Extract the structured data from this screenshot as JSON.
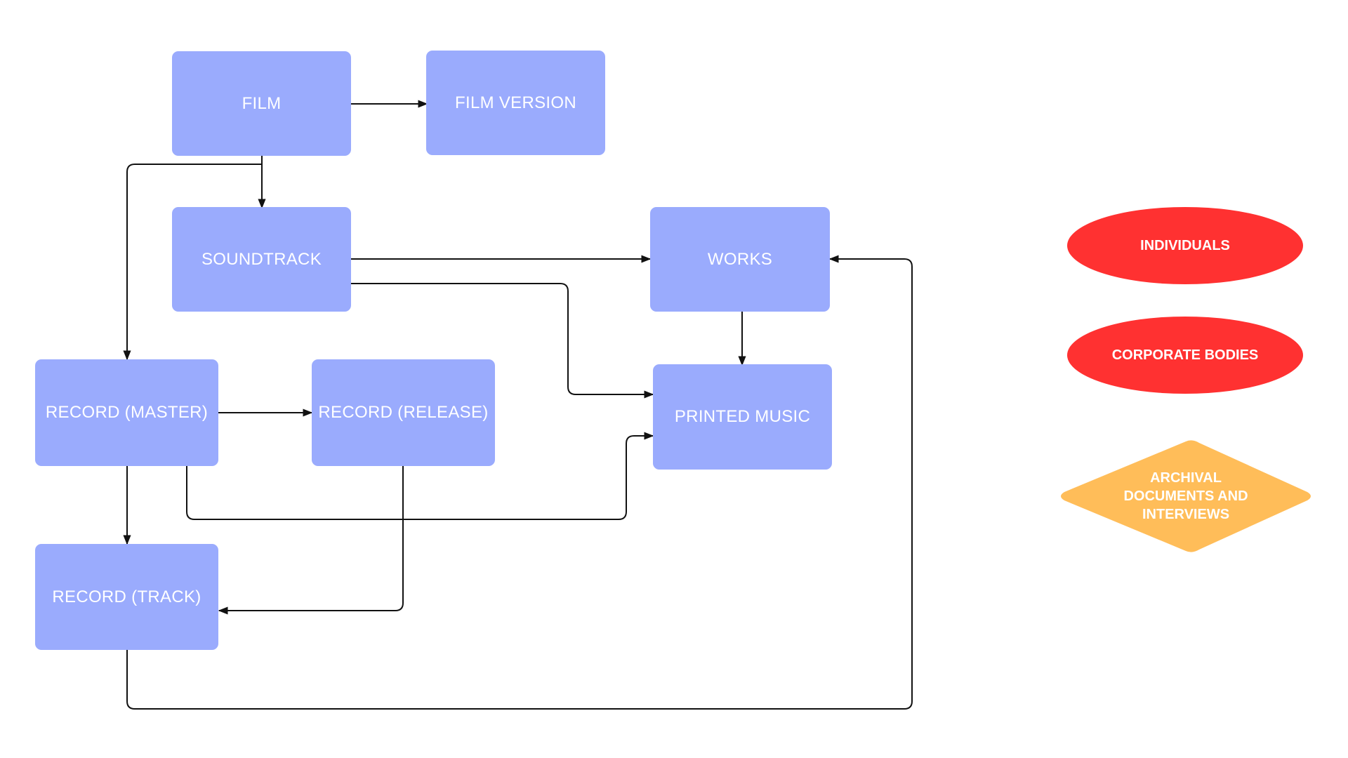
{
  "nodes": {
    "film": "FILM",
    "film_version": "FILM VERSION",
    "soundtrack": "SOUNDTRACK",
    "works": "WORKS",
    "record_master": "RECORD (MASTER)",
    "record_release": "RECORD (RELEASE)",
    "printed_music": "PRINTED MUSIC",
    "record_track": "RECORD (TRACK)"
  },
  "legend": {
    "individuals": "INDIVIDUALS",
    "corporate_bodies": "CORPORATE BODIES",
    "archival": "ARCHIVAL DOCUMENTS AND INTERVIEWS"
  },
  "colors": {
    "node_fill": "#9aabfd",
    "individuals_fill": "#ff3131",
    "corporate_bodies_fill": "#ff3131",
    "archival_fill": "#ffbd59",
    "edge_stroke": "#111111"
  },
  "edges": [
    {
      "from": "FILM",
      "to": "FILM VERSION"
    },
    {
      "from": "FILM",
      "to": "SOUNDTRACK"
    },
    {
      "from": "FILM",
      "to": "RECORD (MASTER)"
    },
    {
      "from": "SOUNDTRACK",
      "to": "WORKS"
    },
    {
      "from": "SOUNDTRACK",
      "to": "PRINTED MUSIC"
    },
    {
      "from": "WORKS",
      "to": "PRINTED MUSIC"
    },
    {
      "from": "RECORD (MASTER)",
      "to": "RECORD (RELEASE)"
    },
    {
      "from": "RECORD (MASTER)",
      "to": "RECORD (TRACK)"
    },
    {
      "from": "RECORD (MASTER)",
      "to": "PRINTED MUSIC"
    },
    {
      "from": "RECORD (RELEASE)",
      "to": "RECORD (TRACK)"
    },
    {
      "from": "RECORD (TRACK)",
      "to": "WORKS"
    }
  ]
}
